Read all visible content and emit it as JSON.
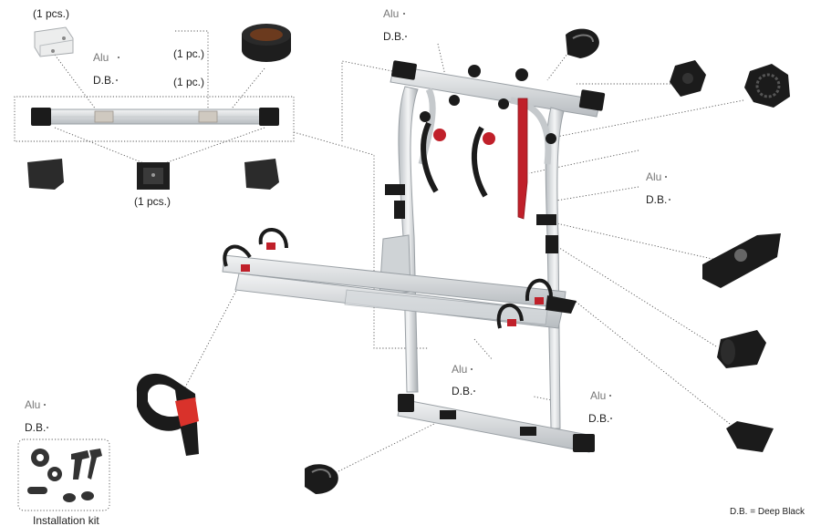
{
  "labels": {
    "qty_pcs": "(1 pcs.)",
    "qty_pc": "(1 pc.)",
    "alu": "Alu",
    "db": "D.B.",
    "installation_kit": "Installation kit",
    "legend": "D.B. = Deep Black"
  },
  "colors": {
    "frame": "#dfe3e6",
    "frame_edge": "#9aa0a5",
    "black_part": "#1b1b1b",
    "accent_red": "#c0202a",
    "leader": "#555555"
  }
}
